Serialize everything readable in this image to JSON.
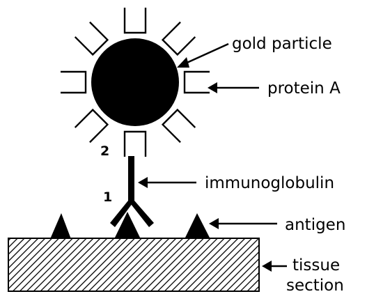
{
  "labels": {
    "gold_particle": "gold particle",
    "protein_a": "protein A",
    "immunoglobulin": "immunoglobulin",
    "antigen": "antigen",
    "tissue_line1": "tissue",
    "tissue_line2": "section",
    "binding_site_2": "2",
    "binding_site_1": "1"
  },
  "colors": {
    "ink": "#000000",
    "background": "#ffffff"
  }
}
